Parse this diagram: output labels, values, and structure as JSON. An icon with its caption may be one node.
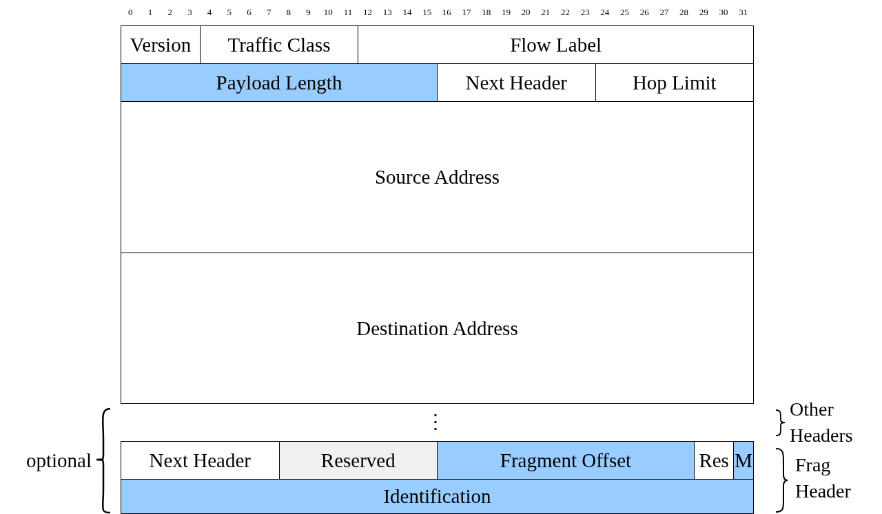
{
  "diagram": {
    "nodes": [
      {
        "text": [
          "Version"
        ]
      },
      {
        "text": [
          "Traffic Class"
        ]
      },
      {
        "text": [
          "Flow Label"
        ]
      },
      {
        "text": [
          "Payload Length"
        ]
      },
      {
        "text": [
          "Next Header"
        ]
      },
      {
        "text": [
          "Hop Limit"
        ]
      },
      {
        "text": [
          "Source Address"
        ]
      },
      {
        "text": [
          "Destination Address"
        ]
      },
      {
        "text": [
          "Next Header"
        ]
      },
      {
        "text": [
          "Reserved"
        ]
      },
      {
        "text": [
          "Fragment Offset"
        ]
      },
      {
        "text": [
          "Res"
        ]
      },
      {
        "text": [
          "M"
        ]
      },
      {
        "text": [
          "Identification"
        ]
      }
    ],
    "labels": [
      "0",
      "1",
      "2",
      "3",
      "4",
      "5",
      "6",
      "7",
      "8",
      "9",
      "10",
      "11",
      "12",
      "13",
      "14",
      "15",
      "16",
      "17",
      "18",
      "19",
      "20",
      "21",
      "22",
      "23",
      "24",
      "25",
      "26",
      "27",
      "28",
      "29",
      "30",
      "31",
      "⋮",
      "optional",
      "Other Headers",
      "Frag Header"
    ]
  }
}
